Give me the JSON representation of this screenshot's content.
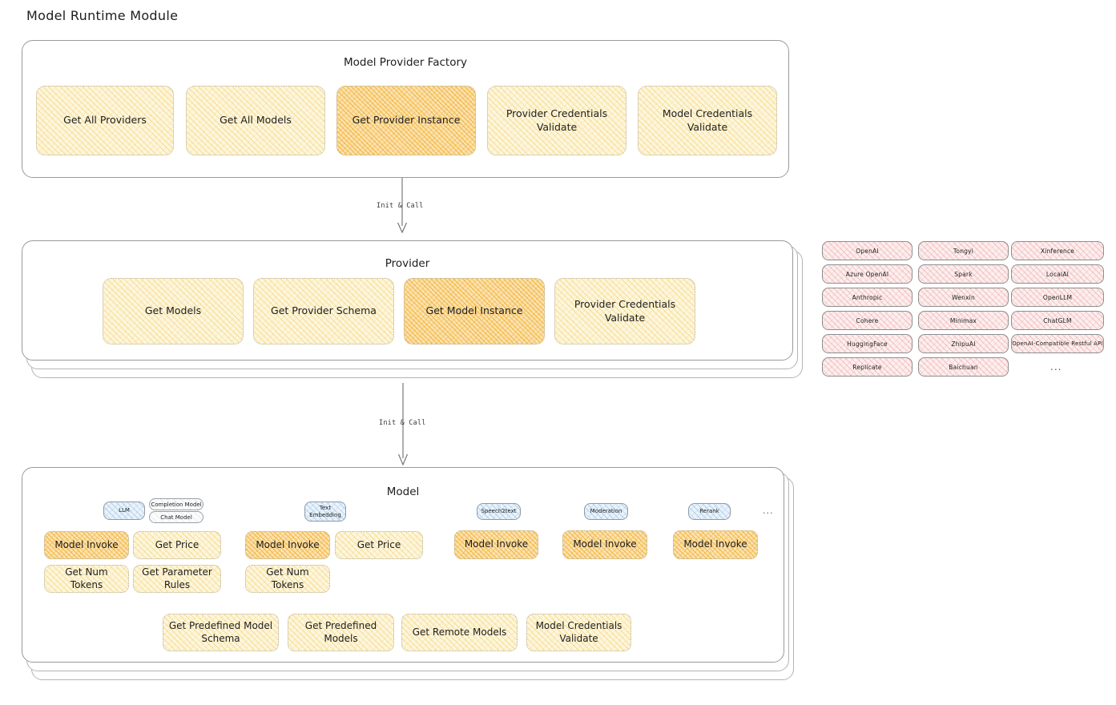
{
  "page": {
    "title": "Model Runtime Module"
  },
  "flow": {
    "arrow1_label": "Init & Call",
    "arrow2_label": "Init & Call"
  },
  "colors": {
    "highlight": "#f0b034",
    "normal_fill": "#fdf6de",
    "provider_pill": "#fdeeee",
    "model_badge": "#eaf3fb"
  },
  "factory": {
    "title": "Model Provider Factory",
    "methods": [
      {
        "label": "Get All Providers",
        "highlighted": false
      },
      {
        "label": "Get All Models",
        "highlighted": false
      },
      {
        "label": "Get Provider Instance",
        "highlighted": true
      },
      {
        "label": "Provider Credentials Validate",
        "highlighted": false
      },
      {
        "label": "Model Credentials Validate",
        "highlighted": false
      }
    ]
  },
  "provider": {
    "title": "Provider",
    "methods": [
      {
        "label": "Get Models",
        "highlighted": false
      },
      {
        "label": "Get Provider Schema",
        "highlighted": false
      },
      {
        "label": "Get Model Instance",
        "highlighted": true
      },
      {
        "label": "Provider Credentials Validate",
        "highlighted": false
      }
    ]
  },
  "provider_list": {
    "column1": [
      "OpenAI",
      "Azure OpenAI",
      "Anthropic",
      "Cohere",
      "HuggingFace",
      "Replicate"
    ],
    "column2": [
      "Tongyi",
      "Spark",
      "Wenxin",
      "Minimax",
      "ZhipuAI",
      "Baichuan"
    ],
    "column3": [
      "Xinference",
      "LocalAI",
      "OpenLLM",
      "ChatGLM",
      "OpenAI-Compatible Restful API"
    ],
    "more": "..."
  },
  "model": {
    "title": "Model",
    "more": "...",
    "types": [
      {
        "badge": "LLM",
        "sub_badges": [
          "Completion Model",
          "Chat Model"
        ],
        "methods": [
          {
            "label": "Model Invoke",
            "highlighted": true
          },
          {
            "label": "Get Price",
            "highlighted": false
          },
          {
            "label": "Get Num Tokens",
            "highlighted": false
          },
          {
            "label": "Get Parameter Rules",
            "highlighted": false
          }
        ]
      },
      {
        "badge": "Text Embedding",
        "sub_badges": [],
        "methods": [
          {
            "label": "Model Invoke",
            "highlighted": true
          },
          {
            "label": "Get Price",
            "highlighted": false
          },
          {
            "label": "Get Num Tokens",
            "highlighted": false
          }
        ]
      },
      {
        "badge": "Speech2text",
        "sub_badges": [],
        "methods": [
          {
            "label": "Model Invoke",
            "highlighted": true
          }
        ]
      },
      {
        "badge": "Moderation",
        "sub_badges": [],
        "methods": [
          {
            "label": "Model Invoke",
            "highlighted": true
          }
        ]
      },
      {
        "badge": "Rerank",
        "sub_badges": [],
        "methods": [
          {
            "label": "Model Invoke",
            "highlighted": true
          }
        ]
      }
    ],
    "shared_methods": [
      {
        "label": "Get Predefined Model Schema"
      },
      {
        "label": "Get Predefined Models"
      },
      {
        "label": "Get Remote Models"
      },
      {
        "label": "Model Credentials Validate"
      }
    ]
  }
}
